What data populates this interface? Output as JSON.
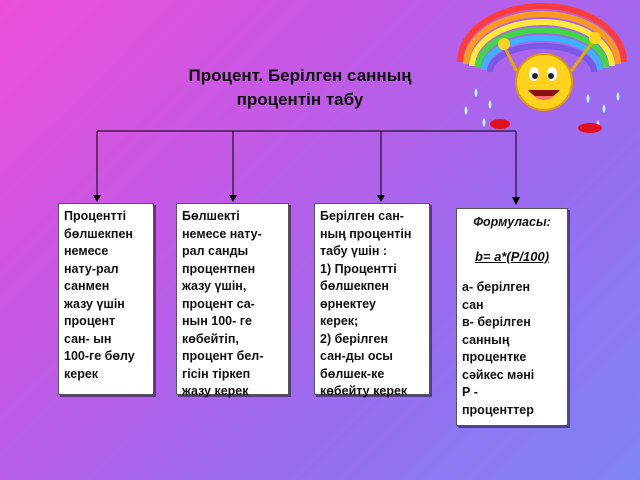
{
  "title": {
    "line1": "Процент. Берілген санның",
    "line2": "процентін табу"
  },
  "cards": [
    {
      "lines": [
        "Процентті",
        "бөлшекпен",
        "немесе",
        "нату-рал",
        "санмен",
        "жазу үшін",
        "процент",
        "сан- ын",
        "100-ге бөлу",
        "керек"
      ]
    },
    {
      "lines": [
        "Бөлшекті",
        "немесе нату-",
        "рал санды",
        "процентпен",
        "жазу үшін,",
        "процент са-",
        "нын 100- ге",
        "көбейтіп,",
        "процент бел-",
        "гісін тіркеп",
        "жазу керек"
      ]
    },
    {
      "lines": [
        "Берілген сан-",
        "ның процентін",
        "табу үшін :",
        "1) Процентті",
        "бөлшекпен",
        "өрнектеу",
        "керек;",
        "2) берілген",
        "сан-ды осы",
        "бөлшек-ке",
        "көбейту керек"
      ]
    }
  ],
  "formulas": {
    "heading": "Формуласы:",
    "formula": "b= a*(P/100)",
    "lines": [
      "а- берілген",
      "сан",
      "в- берілген",
      "санның",
      "процентке",
      "сәйкес мәні",
      "Р -",
      "проценттер"
    ]
  },
  "colors": {
    "connector": "#000000",
    "card_background": "#ffffff"
  },
  "decor": {
    "icon": "smiling-sun-under-rainbow-icon"
  }
}
